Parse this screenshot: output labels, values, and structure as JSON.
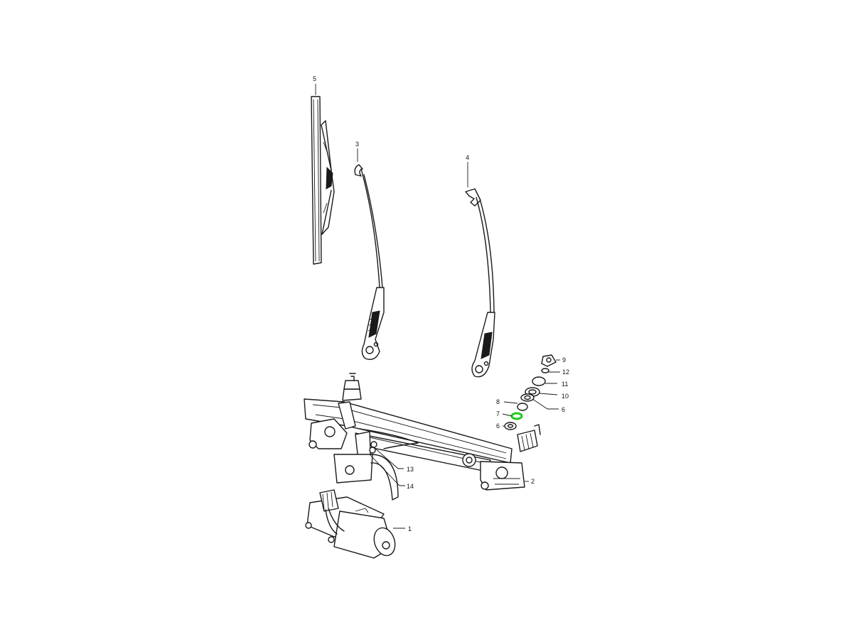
{
  "diagram": {
    "callouts": {
      "c1": "1",
      "c2": "2",
      "c3": "3",
      "c4": "4",
      "c5": "5",
      "c6a": "6",
      "c6b": "6",
      "c7": "7",
      "c8": "8",
      "c9": "9",
      "c10": "10",
      "c11": "11",
      "c12": "12",
      "c13": "13",
      "c14": "14"
    },
    "highlight": {
      "part_callout": "7",
      "color": "#22c81e"
    }
  }
}
